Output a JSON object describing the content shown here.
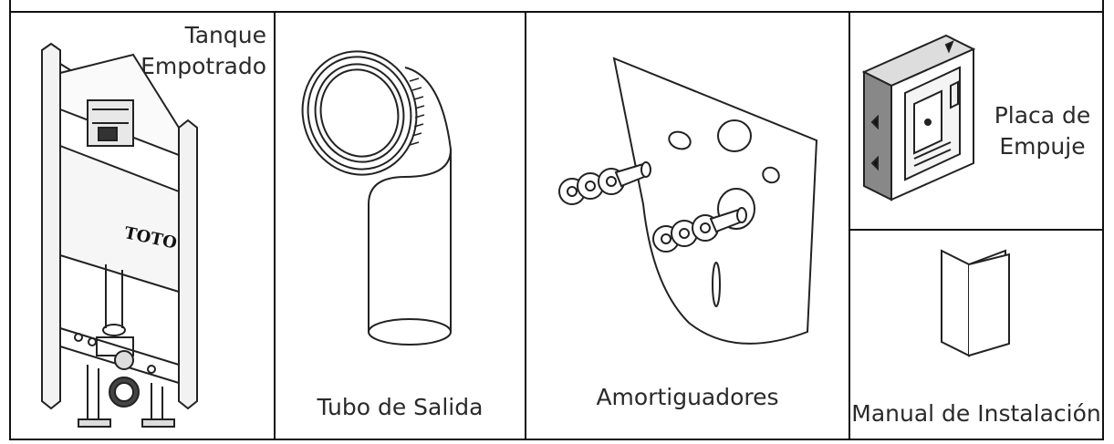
{
  "components": [
    {
      "label_line1": "Tanque",
      "label_line2": "Empotrado"
    },
    {
      "label": "Tubo de Salida"
    },
    {
      "label": "Amortiguadores"
    },
    {
      "label_line1": "Placa de",
      "label_line2": "Empuje"
    },
    {
      "label": "Manual de Instalación"
    }
  ],
  "brand_mark": "TOTO"
}
